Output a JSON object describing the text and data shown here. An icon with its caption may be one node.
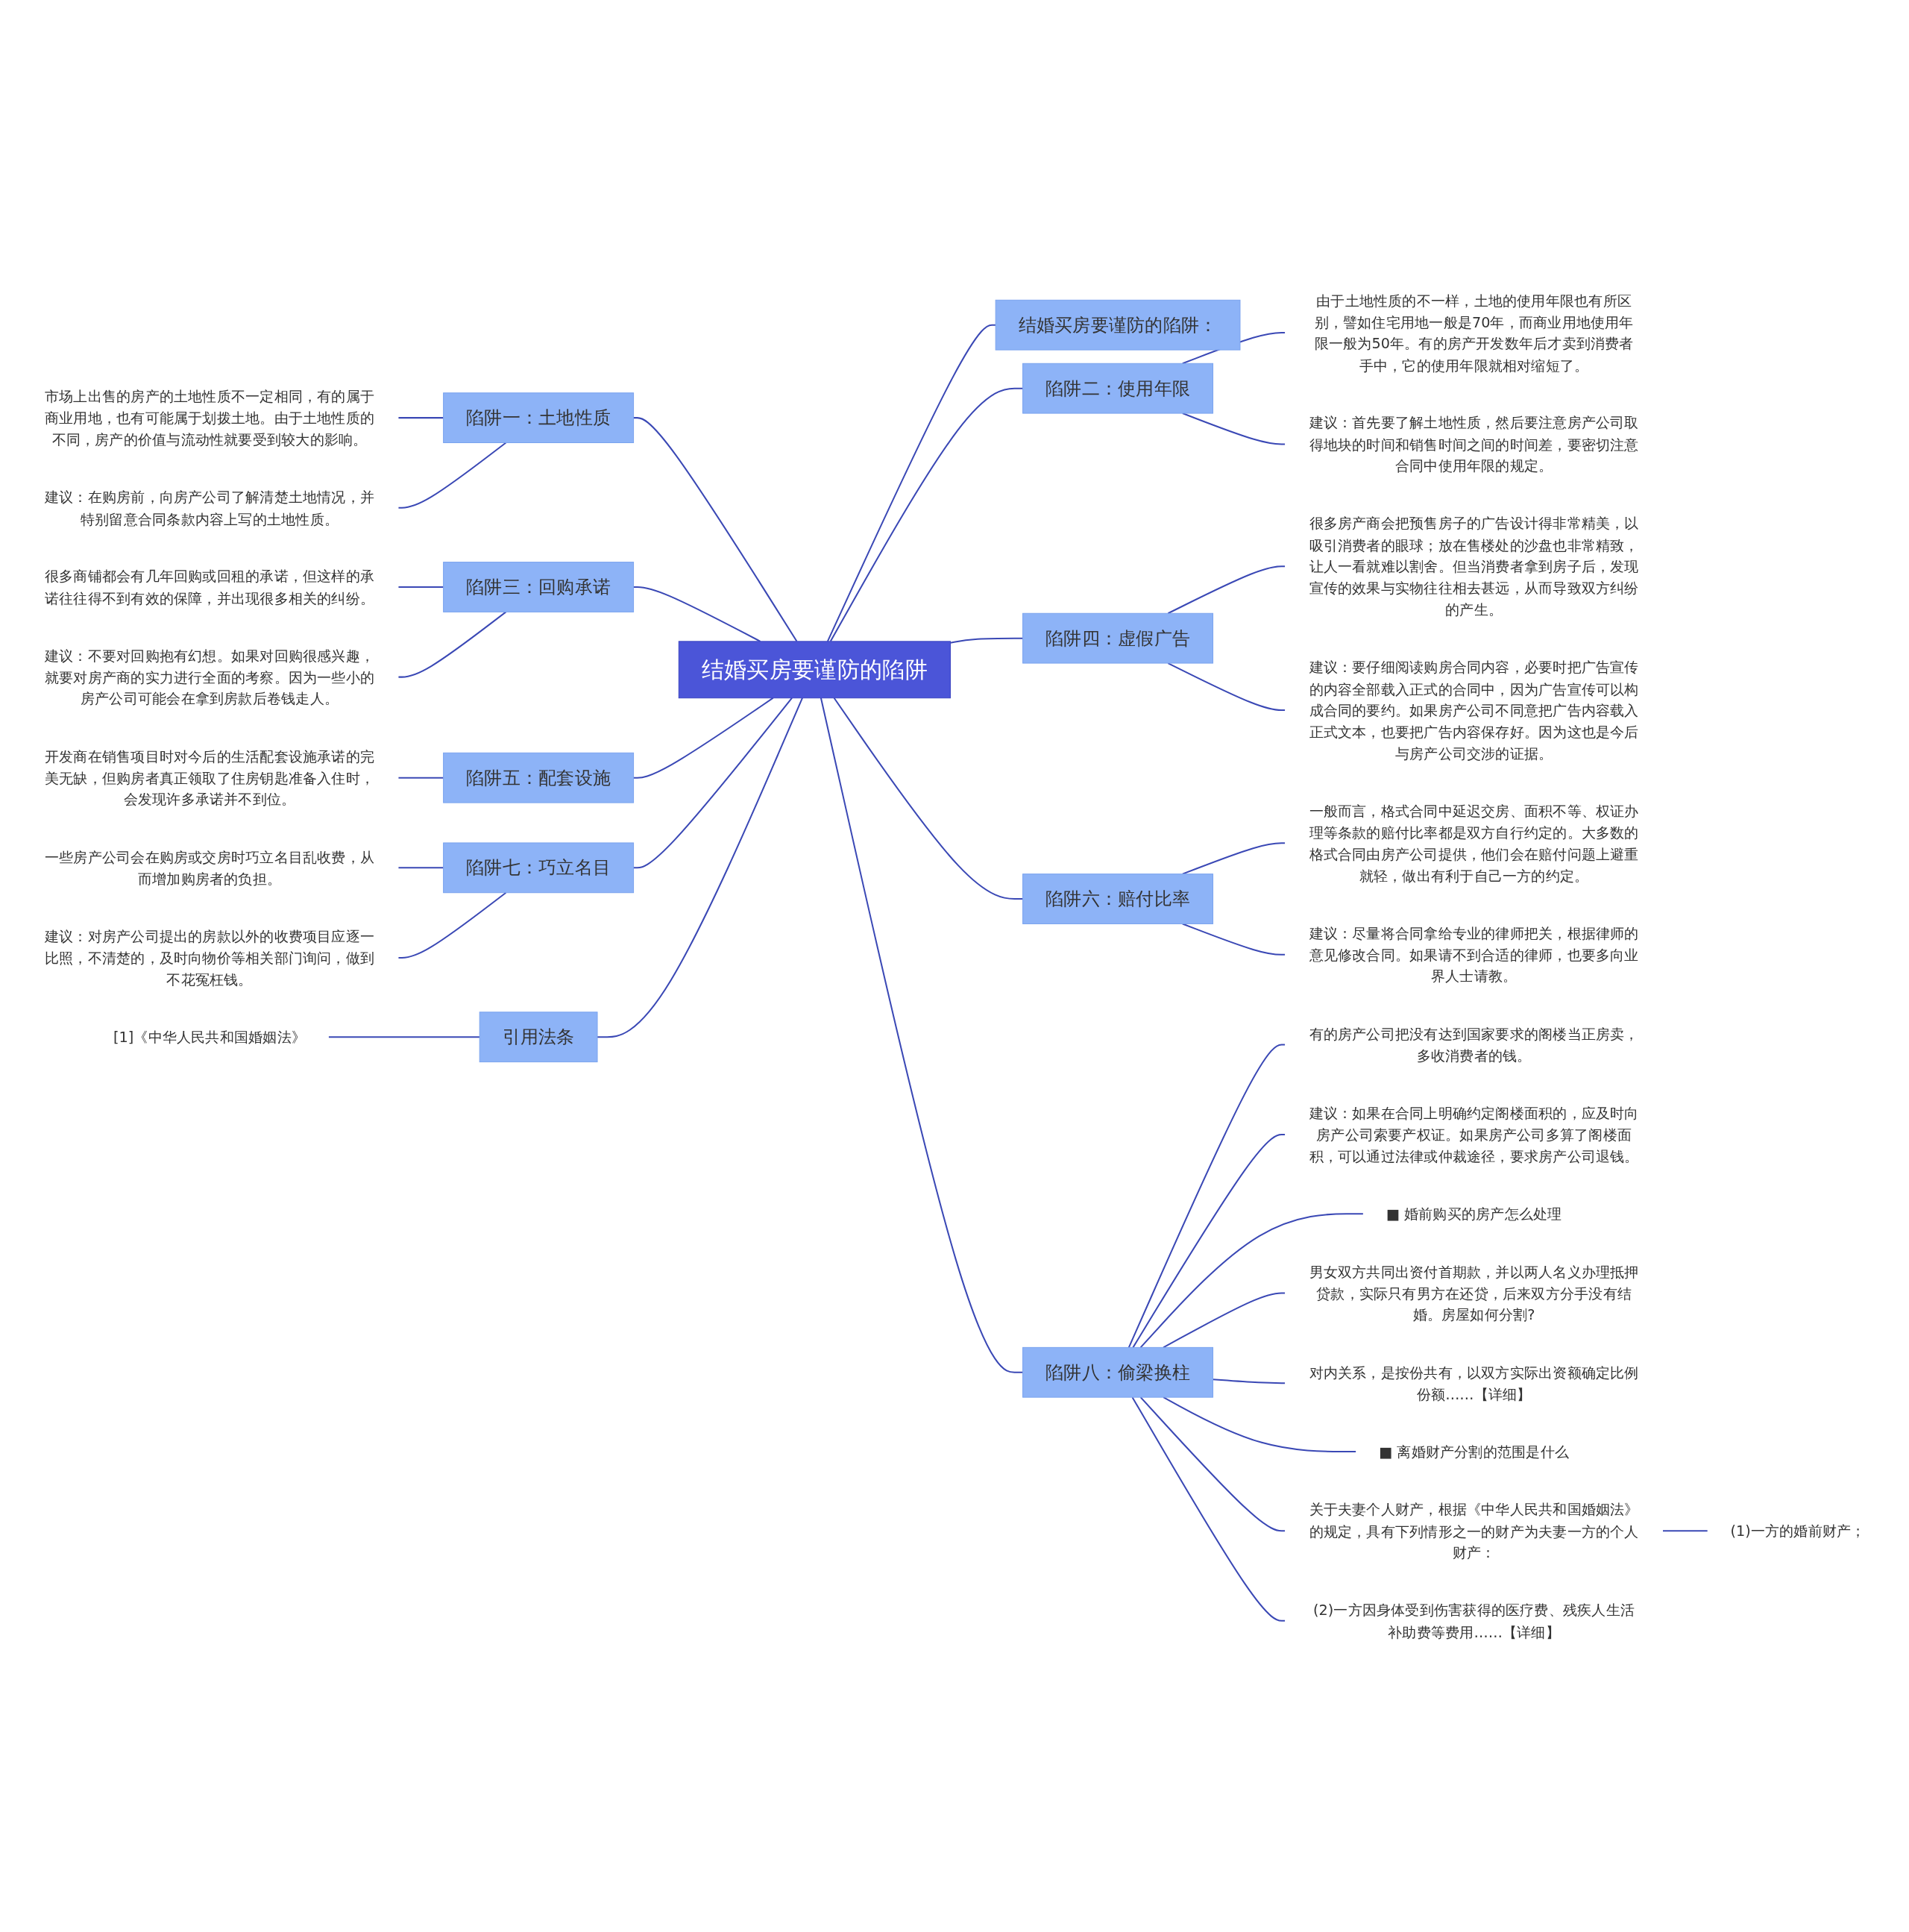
{
  "diagram": {
    "nodes": [
      {
        "text": [
          "结婚买房要谨防的陷阱"
        ]
      },
      {
        "text": [
          "结婚买房要谨防的陷阱："
        ]
      },
      {
        "text": [
          "陷阱二：使用年限"
        ]
      },
      {
        "text": [
          "由于土地性质的不一样，土地的使用年限也有所区别，譬如住宅用地一般是70年，而商业用地使用年限一般为50年。有的房产开发数年后才卖到消费者手中，它的使用年限就相对缩短了。"
        ]
      },
      {
        "text": [
          "建议：首先要了解土地性质，然后要注意房产公司取得地块的时间和销售时间之间的时间差，要密切注意合同中使用年限的规定。"
        ]
      },
      {
        "text": [
          "陷阱四：虚假广告"
        ]
      },
      {
        "text": [
          "很多房产商会把预售房子的广告设计得非常精美，以吸引消费者的眼球；放在售楼处的沙盘也非常精致，让人一看就难以割舍。但当消费者拿到房子后，发现宣传的效果与实物往往相去甚远，从而导致双方纠纷的产生。"
        ]
      },
      {
        "text": [
          "建议：要仔细阅读购房合同内容，必要时把广告宣传的内容全部载入正式的合同中，因为广告宣传可以构成合同的要约。如果房产公司不同意把广告内容载入正式文本，也要把广告内容保存好。因为这也是今后与房产公司交涉的证据。"
        ]
      },
      {
        "text": [
          "陷阱六：赔付比率"
        ]
      },
      {
        "text": [
          "一般而言，格式合同中延迟交房、面积不等、权证办理等条款的赔付比率都是双方自行约定的。大多数的格式合同由房产公司提供，他们会在赔付问题上避重就轻，做出有利于自己一方的约定。"
        ]
      },
      {
        "text": [
          "建议：尽量将合同拿给专业的律师把关，根据律师的意见修改合同。如果请不到合适的律师，也要多向业界人士请教。"
        ]
      },
      {
        "text": [
          "陷阱八：偷梁换柱"
        ]
      },
      {
        "text": [
          "有的房产公司把没有达到国家要求的阁楼当正房卖，多收消费者的钱。"
        ]
      },
      {
        "text": [
          "建议：如果在合同上明确约定阁楼面积的，应及时向房产公司索要产权证。如果房产公司多算了阁楼面积，可以通过法律或仲裁途径，要求房产公司退钱。"
        ]
      },
      {
        "text": [
          "■ 婚前购买的房产怎么处理"
        ]
      },
      {
        "text": [
          "男女双方共同出资付首期款，并以两人名义办理抵押贷款，实际只有男方在还贷，后来双方分手没有结婚。房屋如何分割?"
        ]
      },
      {
        "text": [
          "对内关系，是按份共有，以双方实际出资额确定比例份额……【详细】"
        ]
      },
      {
        "text": [
          "■ 离婚财产分割的范围是什么"
        ]
      },
      {
        "text": [
          "关于夫妻个人财产，根据《中华人民共和国婚姻法》的规定，具有下列情形之一的财产为夫妻一方的个人财产："
        ]
      },
      {
        "text": [
          "(1)一方的婚前财产；"
        ]
      },
      {
        "text": [
          "(2)一方因身体受到伤害获得的医疗费、残疾人生活补助费等费用……【详细】"
        ]
      },
      {
        "text": [
          "陷阱一：土地性质"
        ]
      },
      {
        "text": [
          "市场上出售的房产的土地性质不一定相同，有的属于商业用地，也有可能属于划拨土地。由于土地性质的不同，房产的价值与流动性就要受到较大的影响。"
        ]
      },
      {
        "text": [
          "建议：在购房前，向房产公司了解清楚土地情况，并特别留意合同条款内容上写的土地性质。"
        ]
      },
      {
        "text": [
          "陷阱三：回购承诺"
        ]
      },
      {
        "text": [
          "很多商铺都会有几年回购或回租的承诺，但这样的承诺往往得不到有效的保障，并出现很多相关的纠纷。"
        ]
      },
      {
        "text": [
          "建议：不要对回购抱有幻想。如果对回购很感兴趣，就要对房产商的实力进行全面的考察。因为一些小的房产公司可能会在拿到房款后卷钱走人。"
        ]
      },
      {
        "text": [
          "陷阱五：配套设施"
        ]
      },
      {
        "text": [
          "开发商在销售项目时对今后的生活配套设施承诺的完美无缺，但购房者真正领取了住房钥匙准备入住时，会发现许多承诺并不到位。"
        ]
      },
      {
        "text": [
          "陷阱七：巧立名目"
        ]
      },
      {
        "text": [
          "一些房产公司会在购房或交房时巧立名目乱收费，从而增加购房者的负担。"
        ]
      },
      {
        "text": [
          "建议：对房产公司提出的房款以外的收费项目应逐一比照，不清楚的，及时向物价等相关部门询问，做到不花冤枉钱。"
        ]
      },
      {
        "text": [
          "引用法条"
        ]
      },
      {
        "text": [
          "[1]《中华人民共和国婚姻法》"
        ]
      }
    ],
    "edges": [
      {
        "from": 0,
        "to": 1,
        "arrow": "none"
      },
      {
        "from": 0,
        "to": 2,
        "arrow": "none"
      },
      {
        "from": 2,
        "to": 3,
        "arrow": "none"
      },
      {
        "from": 2,
        "to": 4,
        "arrow": "none"
      },
      {
        "from": 0,
        "to": 5,
        "arrow": "none"
      },
      {
        "from": 5,
        "to": 6,
        "arrow": "none"
      },
      {
        "from": 5,
        "to": 7,
        "arrow": "none"
      },
      {
        "from": 0,
        "to": 8,
        "arrow": "none"
      },
      {
        "from": 8,
        "to": 9,
        "arrow": "none"
      },
      {
        "from": 8,
        "to": 10,
        "arrow": "none"
      },
      {
        "from": 0,
        "to": 11,
        "arrow": "none"
      },
      {
        "from": 11,
        "to": 12,
        "arrow": "none"
      },
      {
        "from": 11,
        "to": 13,
        "arrow": "none"
      },
      {
        "from": 11,
        "to": 14,
        "arrow": "none"
      },
      {
        "from": 11,
        "to": 15,
        "arrow": "none"
      },
      {
        "from": 11,
        "to": 16,
        "arrow": "none"
      },
      {
        "from": 11,
        "to": 17,
        "arrow": "none"
      },
      {
        "from": 11,
        "to": 18,
        "arrow": "none"
      },
      {
        "from": 18,
        "to": 19,
        "arrow": "none"
      },
      {
        "from": 11,
        "to": 20,
        "arrow": "none"
      },
      {
        "from": 21,
        "to": 0,
        "arrow": "none"
      },
      {
        "from": 22,
        "to": 21,
        "arrow": "none"
      },
      {
        "from": 23,
        "to": 21,
        "arrow": "none"
      },
      {
        "from": 24,
        "to": 0,
        "arrow": "none"
      },
      {
        "from": 25,
        "to": 24,
        "arrow": "none"
      },
      {
        "from": 26,
        "to": 24,
        "arrow": "none"
      },
      {
        "from": 27,
        "to": 0,
        "arrow": "none"
      },
      {
        "from": 28,
        "to": 27,
        "arrow": "none"
      },
      {
        "from": 29,
        "to": 0,
        "arrow": "none"
      },
      {
        "from": 30,
        "to": 29,
        "arrow": "none"
      },
      {
        "from": 31,
        "to": 29,
        "arrow": "none"
      },
      {
        "from": 32,
        "to": 0,
        "arrow": "none"
      },
      {
        "from": 33,
        "to": 32,
        "arrow": "none"
      }
    ]
  }
}
